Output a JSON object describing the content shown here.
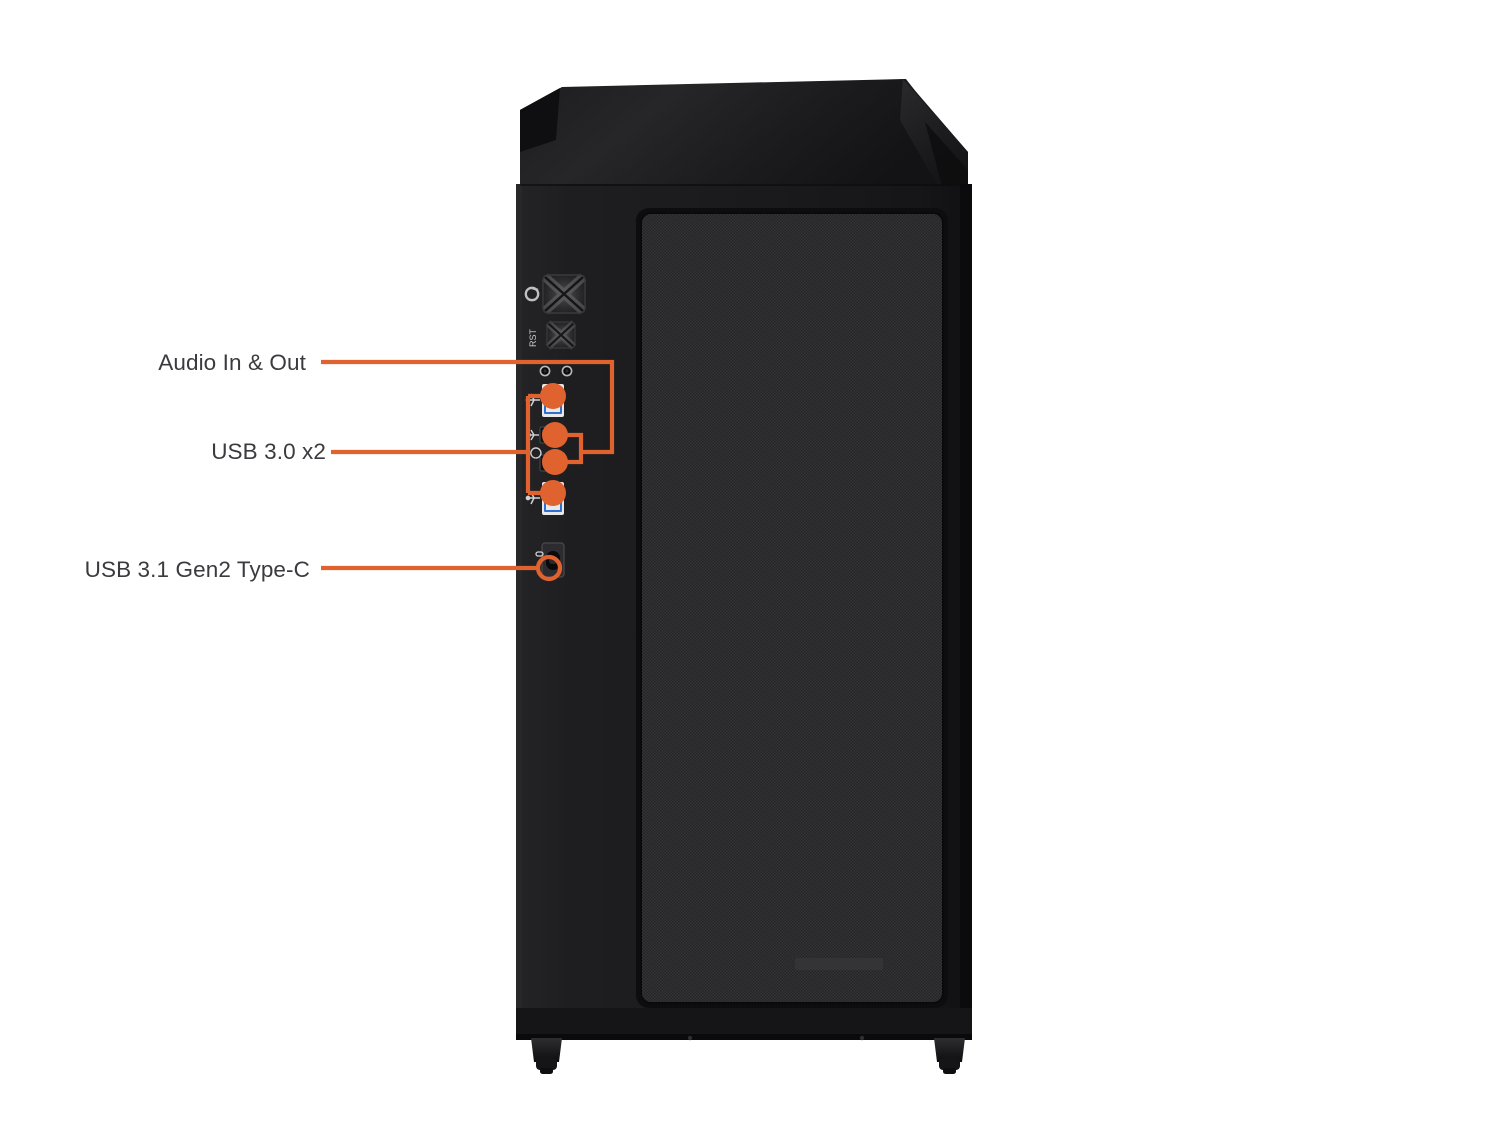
{
  "page": {
    "background_color": "#ffffff",
    "subject": "desktop-pc-tower-case-front-io-diagram",
    "accent_color": "#e0622e",
    "label_color": "#3b3b3f",
    "case_color": "#1c1c1e"
  },
  "callouts": [
    {
      "id": "audio",
      "label": "Audio In & Out",
      "target": "front-panel-audio-jacks"
    },
    {
      "id": "usb30",
      "label": "USB 3.0 x2",
      "target": "front-panel-usb-3-0-ports"
    },
    {
      "id": "typec",
      "label": "USB 3.1 Gen2 Type-C",
      "target": "front-panel-usb-type-c-port"
    }
  ],
  "case": {
    "buttons": [
      {
        "name": "power-button",
        "icon": "power-symbol"
      },
      {
        "name": "reset-button",
        "icon": "reset-symbol"
      }
    ],
    "ports": [
      {
        "name": "audio-out-jack",
        "icon": "headphone-icon"
      },
      {
        "name": "audio-in-jack",
        "icon": "microphone-icon"
      },
      {
        "name": "usb-3-0-port-top",
        "icon": "usb-icon",
        "color": "#2f6fd0"
      },
      {
        "name": "usb-2-0-port-upper",
        "icon": "usb-icon"
      },
      {
        "name": "usb-2-0-port-lower",
        "icon": "usb-icon"
      },
      {
        "name": "usb-3-0-port-bottom",
        "icon": "usb-icon",
        "color": "#2f6fd0"
      },
      {
        "name": "usb-type-c-port",
        "icon": "type-c-icon"
      }
    ],
    "panel": {
      "name": "front-mesh-panel",
      "finish": "perforated-mesh"
    },
    "feet": [
      {
        "name": "case-foot-left"
      },
      {
        "name": "case-foot-right"
      }
    ]
  }
}
